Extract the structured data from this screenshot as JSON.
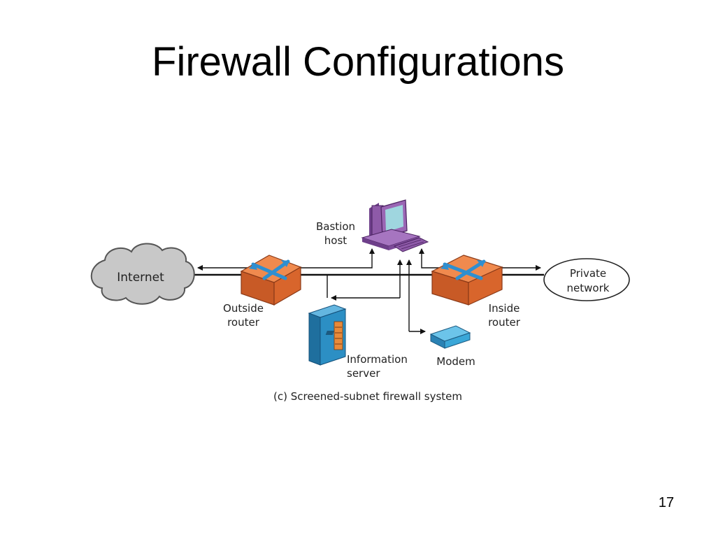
{
  "slide": {
    "title": "Firewall Configurations",
    "page_number": "17"
  },
  "diagram": {
    "caption": "(c) Screened-subnet firewall system",
    "nodes": {
      "internet": "Internet",
      "private_network": [
        "Private",
        "network"
      ],
      "bastion_host": [
        "Bastion",
        "host"
      ],
      "outside_router": [
        "Outside",
        "router"
      ],
      "inside_router": [
        "Inside",
        "router"
      ],
      "information_server": [
        "Information",
        "server"
      ],
      "modem": "Modem"
    },
    "icons": [
      "cloud-icon",
      "router-icon",
      "computer-icon",
      "server-icon",
      "modem-icon"
    ],
    "colors": {
      "router": "#e8703a",
      "router_arrows": "#2f8fd0",
      "computer": "#8e5aa8",
      "server": "#2c8fc4",
      "modem": "#3aa7d8",
      "cloud": "#c8c8c8"
    }
  }
}
